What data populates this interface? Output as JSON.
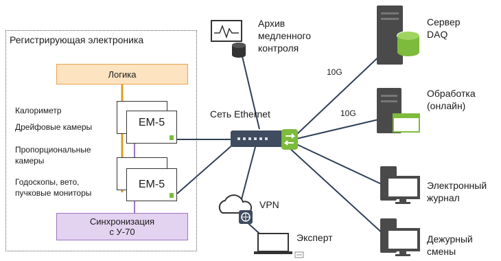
{
  "electronics": {
    "title": "Регистрирующая электроника",
    "logic": "Логика",
    "sync_line1": "Синхронизация",
    "sync_line2": "с У-70",
    "module1": "EM-5",
    "module2": "EM-5",
    "det_calorimeter": "Калориметр",
    "det_drift": "Дрейфовые камеры",
    "det_prop_line1": "Пропорциональные",
    "det_prop_line2": "камеры",
    "det_hodo_line1": "Годоскопы, вето,",
    "det_hodo_line2": "пучковые мониторы"
  },
  "network": {
    "switch_label": "Сеть Ethernet",
    "link_10g_a": "10G",
    "link_10g_b": "10G"
  },
  "nodes": {
    "archive_line1": "Архив",
    "archive_line2": "медленного",
    "archive_line3": "контроля",
    "daq_line1": "Сервер",
    "daq_line2": "DAQ",
    "proc_line1": "Обработка",
    "proc_line2": "(онлайн)",
    "elog_line1": "Электронный",
    "elog_line2": "журнал",
    "shift_line1": "Дежурный",
    "shift_line2": "смены",
    "vpn": "VPN",
    "expert": "Эксперт"
  },
  "colors": {
    "logic_fill": "#fde3c0",
    "logic_border": "#e8a24c",
    "sync_fill": "#e3d2f0",
    "sync_border": "#9b74c0",
    "accent_green": "#7dbb3c",
    "server_dark": "#4a4a4a",
    "wire": "#2f3f57",
    "orange_bus": "#d9a021",
    "purple_bus": "#9b74c0"
  }
}
